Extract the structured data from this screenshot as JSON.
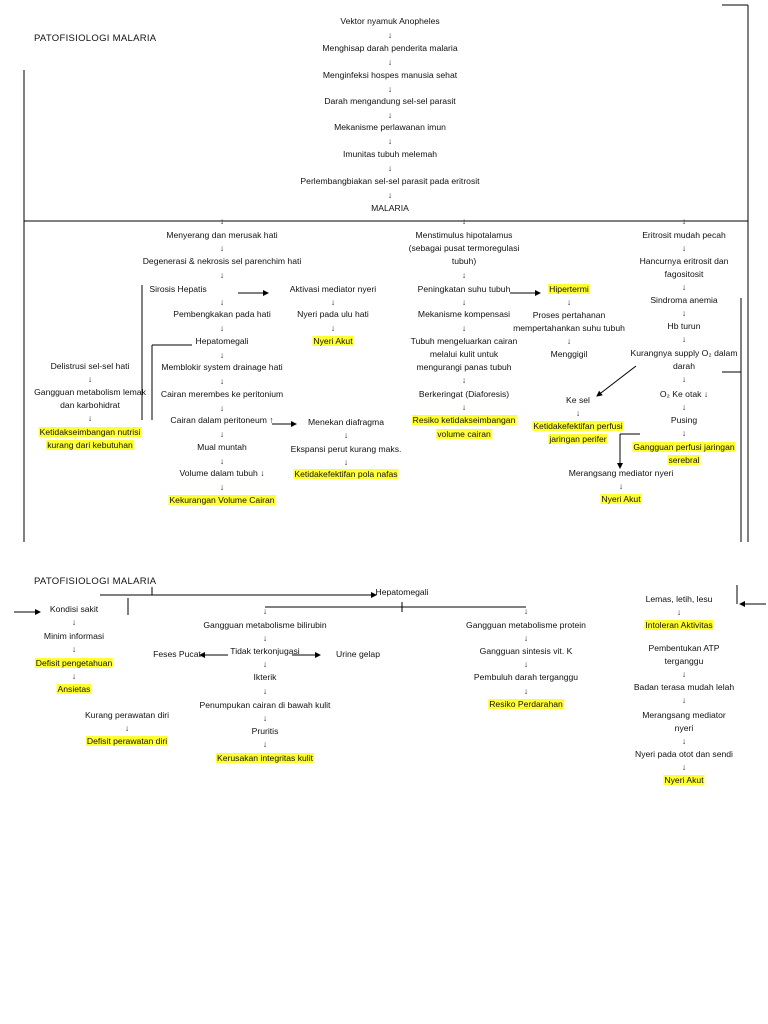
{
  "titles": {
    "top": "PATOFISIOLOGI MALARIA",
    "bottom": "PATOFISIOLOGI MALARIA"
  },
  "arrow_glyph": "↓",
  "top": {
    "main": [
      "Vektor nyamuk Anopheles",
      "Menghisap darah penderita malaria",
      "Menginfeksi hospes manusia sehat",
      "Darah mengandung sel-sel parasit",
      "Mekanisme perlawanan imun",
      "Imunitas tubuh melemah",
      "Perlembangbiakan sel-sel parasit pada eritrosit",
      "MALARIA"
    ],
    "hati": [
      "Menyerang dan merusak hati",
      "Degenerasi & nekrosis sel parenchim hati",
      "Sirosis Hepatis",
      "Pembengkakan pada hati",
      "Hepatomegali",
      "Memblokir system drainage hati",
      "Cairan merembes ke peritonium",
      "Cairan dalam peritoneum ↑",
      "Mual muntah",
      "Volume dalam tubuh ↓",
      "Kekurangan Volume Cairan"
    ],
    "nyeri_hati": [
      "Aktivasi mediator nyeri",
      "Nyeri pada ulu hati",
      "Nyeri Akut"
    ],
    "diafragma": [
      "Menekan diafragma",
      "Ekspansi perut kurang maks.",
      "Ketidakefektifan pola nafas"
    ],
    "delistrusi": [
      "Delistrusi sel-sel hati",
      "Gangguan metabolism lemak",
      "dan karbohidrat",
      "Ketidakseimbangan nutrisi",
      "kurang dari kebutuhan"
    ],
    "hipotalamus": [
      "Menstimulus hipotalamus",
      "(sebagai pusat termoregulasi",
      "tubuh)",
      "Peningkatan suhu tubuh",
      "Mekanisme kompensasi",
      "Tubuh mengeluarkan cairan",
      "melalui kulit untuk",
      "mengurangi panas tubuh",
      "Berkeringat (Diaforesis)",
      "Resiko ketidakseimbangan",
      "volume cairan"
    ],
    "hipertermi": [
      "Hipertermi",
      "Proses pertahanan",
      "mempertahankan suhu tubuh",
      "Menggigil"
    ],
    "eritrosit": [
      "Eritrosit mudah pecah",
      "Hancurnya eritrosit dan",
      "fagositosit",
      "Sindroma anemia",
      "Hb turun",
      "Kurangnya supply O₂ dalam",
      "darah",
      "O₂ Ke otak ↓",
      "Pusing",
      "Gangguan perfusi jaringan",
      "serebral"
    ],
    "kesel": [
      "Ke sel",
      "Ketidakefektifan perfusi",
      "jaringan perifer",
      "Merangsang mediator nyeri",
      "Nyeri Akut"
    ]
  },
  "bottom": {
    "left": [
      "Kondisi sakit",
      "Minim informasi",
      "Defisit pengetahuan",
      "Ansietas",
      "Kurang perawatan diri",
      "Defisit perawatan diri"
    ],
    "hepatomegali": "Hepatomegali",
    "bilirubin": [
      "Gangguan metabolisme bilirubin",
      "Tidak terkonjugasi",
      "Feses Pucat",
      "Urine gelap",
      "Ikterik",
      "Penumpukan cairan di bawah kulit",
      "Pruritis",
      "Kerusakan integritas kulit"
    ],
    "protein": [
      "Gangguan metabolisme protein",
      "Gangguan sintesis vit. K",
      "Pembuluh darah terganggu",
      "Resiko Perdarahan"
    ],
    "right": [
      "Lemas, letih, lesu",
      "Intoleran Aktivitas",
      "Pembentukan ATP",
      "terganggu",
      "Badan terasa mudah lelah",
      "Merangsang mediator",
      "nyeri",
      "Nyeri pada otot dan sendi",
      "Nyeri Akut"
    ]
  }
}
